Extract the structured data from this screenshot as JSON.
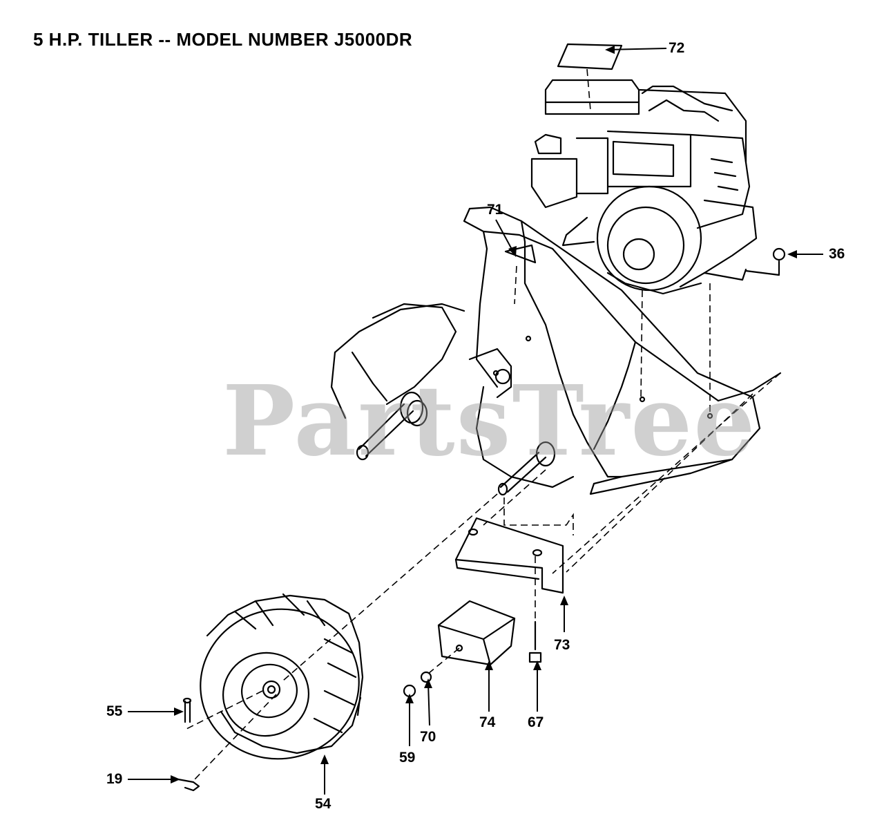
{
  "title": "5 H.P. TILLER -- MODEL NUMBER J5000DR",
  "watermark": "PartsTree",
  "callouts": {
    "p72": "72",
    "p71": "71",
    "p36": "36",
    "p73": "73",
    "p74": "74",
    "p67": "67",
    "p70": "70",
    "p59": "59",
    "p55": "55",
    "p19": "19",
    "p54": "54"
  },
  "colors": {
    "line": "#000000",
    "watermark": "#969696",
    "background": "#ffffff"
  }
}
